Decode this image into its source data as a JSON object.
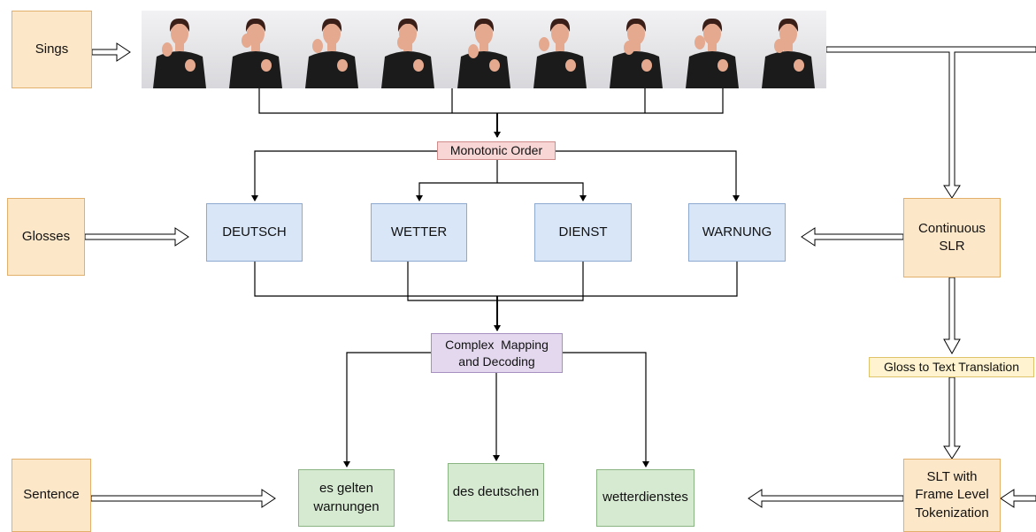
{
  "left_labels": {
    "signs": "Sings",
    "glosses": "Glosses",
    "sentence": "Sentence"
  },
  "center": {
    "monotonic_order": "Monotonic Order",
    "glosses": [
      "DEUTSCH",
      "WETTER",
      "DIENST",
      "WARNUNG"
    ],
    "complex_mapping": [
      "Complex  Mapping",
      "and Decoding"
    ],
    "words": [
      [
        "es gelten",
        "warnungen"
      ],
      [
        "des deutschen"
      ],
      [
        "wetterdienstes"
      ]
    ]
  },
  "right": {
    "continuous_slr": [
      "Continuous",
      "SLR"
    ],
    "gloss_to_text": "Gloss to Text Translation",
    "slt_frame_level": [
      "SLT with",
      "Frame Level",
      "Tokenization"
    ]
  },
  "filmstrip": {
    "frames": 9,
    "skin_color": "#e4a98f",
    "hair_color": "#3a1e18",
    "clothing_color": "#1b1b1b"
  },
  "colors": {
    "orange_fill": "#fde7c9",
    "blue_fill": "#d8e6f8",
    "green_fill": "#d6ead2",
    "red_fill": "#f8d6d6",
    "purple_fill": "#e3d8ee",
    "yellow_fill": "#fff4cf",
    "connector": "#000000"
  }
}
